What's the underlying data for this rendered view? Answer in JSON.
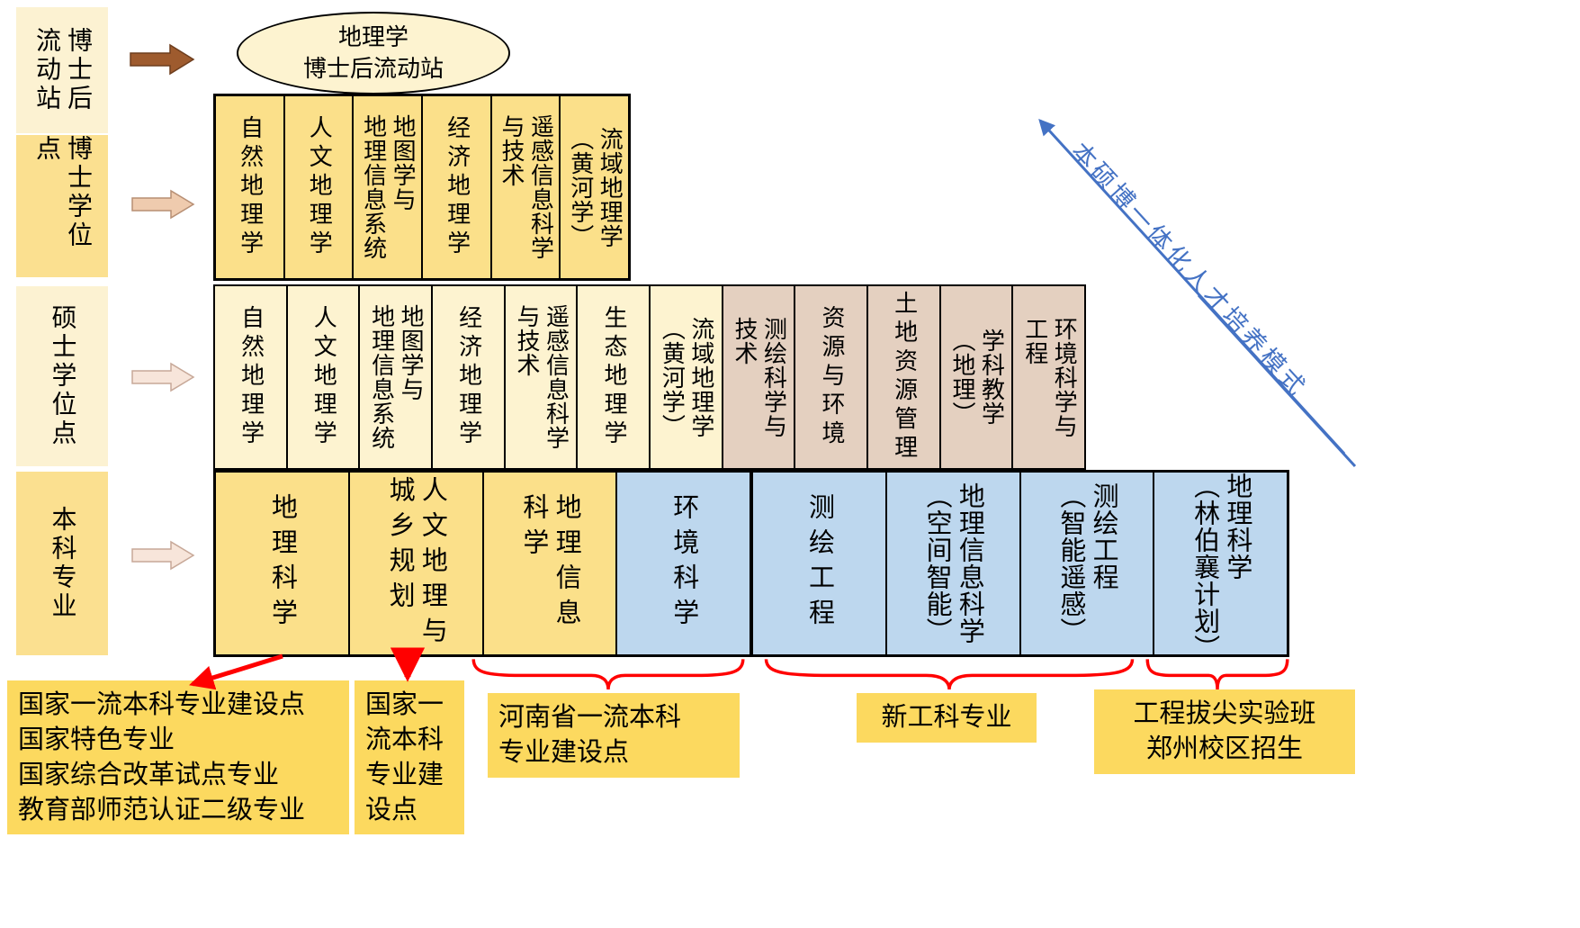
{
  "row_labels": [
    {
      "text": "博士后\n流动站"
    },
    {
      "text": "博士学位点"
    },
    {
      "text": "硕士学位点"
    },
    {
      "text": "本科专业"
    }
  ],
  "postdoc_station": {
    "text": "地理学\n博士后流动站"
  },
  "doctoral_programs": [
    "自然地理学",
    "人文地理学",
    "地图学与\n地理信息系统",
    "经济地理学",
    "遥感信息科学\n与技术",
    "流域地理学\n（黄河学）"
  ],
  "master_programs": [
    "自然地理学",
    "人文地理学",
    "地图学与\n地理信息系统",
    "经济地理学",
    "遥感信息科学\n与技术",
    "生态地理学",
    "流域地理学\n（黄河学）",
    "测绘科学与\n技术",
    "资源与环境",
    "土地资源管理",
    "学科教学\n（地理）",
    "环境科学与\n工程"
  ],
  "bachelor_programs": [
    "地理科学",
    "人文地理与\n城乡规划",
    "地理信息\n科学",
    "环境科学",
    "测绘工程",
    "地理信息科学\n（空间智能）",
    "测绘工程\n（智能遥感）",
    "地理科学\n（林伯襄计划）"
  ],
  "annotations": {
    "national_notes": "国家一流本科专业建设点\n国家特色专业\n国家综合改革试点专业\n教育部师范认证二级专业",
    "national_note_2": "国家一\n流本科\n专业建\n设点",
    "provincial_note": "河南省一流本科\n专业建设点",
    "new_engineering_note": "新工科专业",
    "elite_class_note": "工程拔尖实验班\n郑州校区招生"
  },
  "diagonal_label": "本硕博一体化人才培养模式",
  "palette": {
    "doctoral_yellow": "#FBE08A",
    "master_pale_yellow": "#FDF3D0",
    "master_tan": "#E4D0C0",
    "bachelor_blue": "#BDD7EE",
    "annotation_yellow": "#FCD95F",
    "red": "#FF0000",
    "blue_accent": "#4472C4",
    "brown_arrow": "#9E5B2E"
  }
}
